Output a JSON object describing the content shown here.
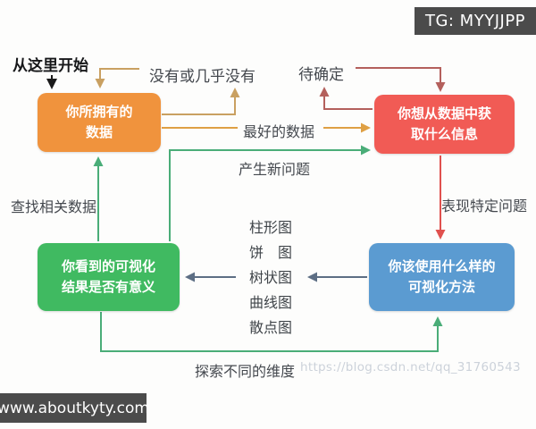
{
  "badges": {
    "telegram": "TG: MYYJJPP",
    "website": "www.aboutkyty.com"
  },
  "start": {
    "label": "从这里开始"
  },
  "nodes": {
    "owned_data": {
      "label": "你所拥有的\n数据",
      "color": "#f0933d"
    },
    "desired_info": {
      "label": "你想从数据中获\n取什么信息",
      "color": "#f15b55"
    },
    "result_meaningful": {
      "label": "你看到的可视化\n结果是否有意义",
      "color": "#40ba61"
    },
    "viz_method": {
      "label": "你该使用什么样的\n可视化方法",
      "color": "#5b9bd1"
    }
  },
  "edge_labels": {
    "none_or_almost": "没有或几乎没有",
    "to_be_determined": "待确定",
    "best_data": "最好的数据",
    "new_questions": "产生新问题",
    "find_related_data": "查找相关数据",
    "specific_problem": "表现特定问题",
    "explore_dimensions": "探索不同的维度"
  },
  "chart_types": [
    "柱形图",
    "饼　图",
    "树状图",
    "曲线图",
    "散点图"
  ],
  "watermark": "https://blog.csdn.net/qq_31760543",
  "arrow_colors": {
    "start": "#1a1a1a",
    "no_data_loop": "#c9a061",
    "best_data": "#dfa044",
    "to_be_determined_loop": "#b4605c",
    "specific_problem": "#e0514e",
    "green_edges": "#4aad78",
    "method_to_result": "#5d6e84"
  }
}
